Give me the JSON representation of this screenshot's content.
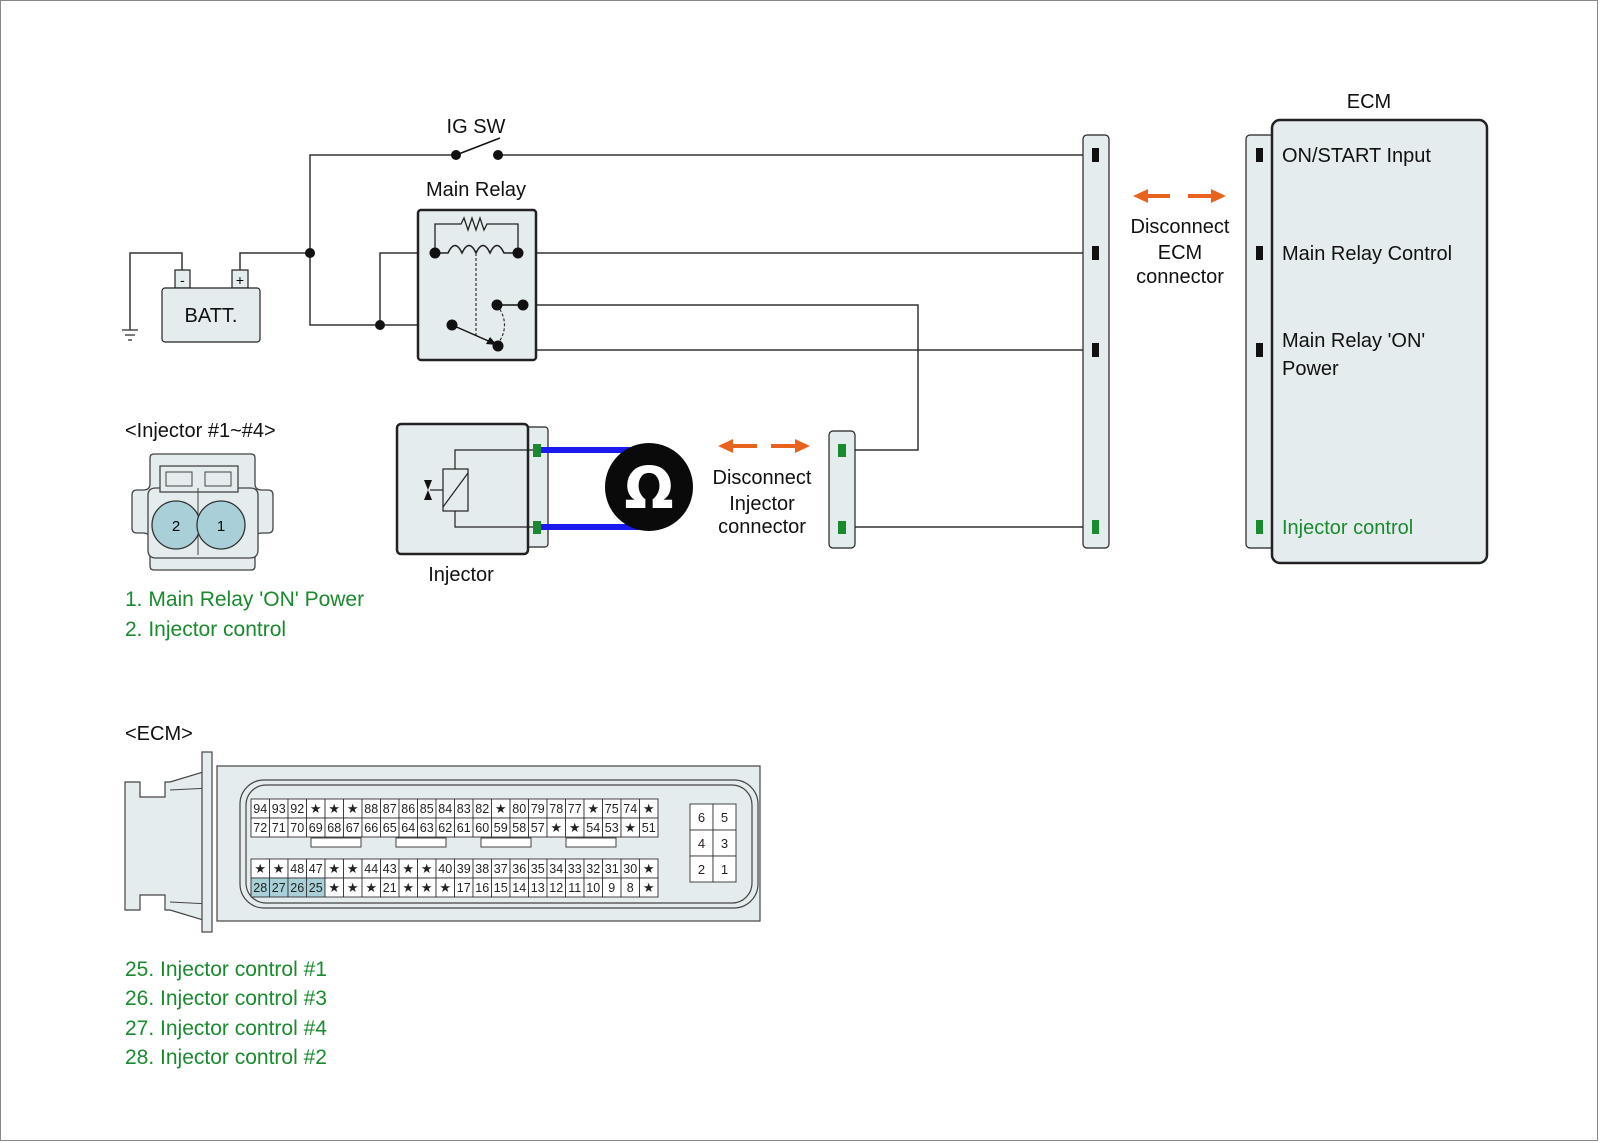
{
  "labels": {
    "ig_sw": "IG SW",
    "main_relay": "Main Relay",
    "battery": "BATT.",
    "batt_neg": "-",
    "batt_pos": "+",
    "ecm_title": "ECM",
    "injector": "Injector",
    "ohmmeter": "Ω",
    "disconnect_ecm": [
      "Disconnect",
      "ECM",
      "connector"
    ],
    "disconnect_injector": [
      "Disconnect",
      "Injector",
      "connector"
    ]
  },
  "ecm_pins": [
    {
      "label": "ON/START Input",
      "color": "#111111"
    },
    {
      "label": "Main Relay Control",
      "color": "#111111"
    },
    {
      "label": "Main Relay 'ON'",
      "label2": "Power",
      "color": "#111111"
    },
    {
      "label": "Injector control",
      "color": "#1a8a2e"
    }
  ],
  "injector_connector": {
    "title": "<Injector #1~#4>",
    "pins": [
      "2",
      "1"
    ],
    "legend": [
      "1. Main Relay 'ON' Power",
      "2. Injector control"
    ]
  },
  "ecm_connector": {
    "title": "<ECM>",
    "row1": [
      "94",
      "93",
      "92",
      "★",
      "★",
      "★",
      "88",
      "87",
      "86",
      "85",
      "84",
      "83",
      "82",
      "★",
      "80",
      "79",
      "78",
      "77",
      "★",
      "75",
      "74",
      "★"
    ],
    "row2": [
      "72",
      "71",
      "70",
      "69",
      "68",
      "67",
      "66",
      "65",
      "64",
      "63",
      "62",
      "61",
      "60",
      "59",
      "58",
      "57",
      "★",
      "★",
      "54",
      "53",
      "★",
      "51"
    ],
    "row3": [
      "★",
      "★",
      "48",
      "47",
      "★",
      "★",
      "44",
      "43",
      "★",
      "★",
      "40",
      "39",
      "38",
      "37",
      "36",
      "35",
      "34",
      "33",
      "32",
      "31",
      "30",
      "★"
    ],
    "row4": [
      "28",
      "27",
      "26",
      "25",
      "★",
      "★",
      "★",
      "21",
      "★",
      "★",
      "★",
      "17",
      "16",
      "15",
      "14",
      "13",
      "12",
      "11",
      "10",
      "9",
      "8",
      "★"
    ],
    "highlighted": [
      "28",
      "27",
      "26",
      "25"
    ],
    "small_block": [
      [
        "6",
        "5"
      ],
      [
        "4",
        "3"
      ],
      [
        "2",
        "1"
      ]
    ],
    "legend": [
      "25. Injector control #1",
      "26. Injector control #3",
      "27. Injector control #4",
      "28. Injector control #2"
    ]
  },
  "colors": {
    "accent_green": "#1a8a2e",
    "arrow_orange": "#e8641e",
    "probe_blue": "#1a1aee",
    "box_fill": "#e4ecee",
    "highlight": "#a9cfd8"
  }
}
